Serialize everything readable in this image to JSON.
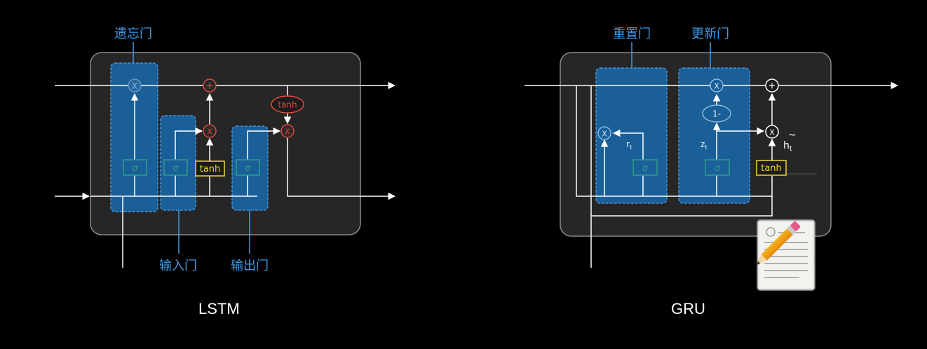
{
  "lstm": {
    "title": "LSTM",
    "gate_labels": {
      "forget": "遗忘门",
      "input": "输入门",
      "output": "输出门"
    },
    "sigma": "σ",
    "tanh_box": "tanh",
    "tanh_oval": "tanh",
    "mult": "X",
    "add": "+"
  },
  "gru": {
    "title": "GRU",
    "gate_labels": {
      "reset": "重置门",
      "update": "更新门"
    },
    "sigma": "σ",
    "tanh_box": "tanh",
    "one_minus": "1-",
    "r_main": "r",
    "r_sub": "t",
    "z_main": "z",
    "z_sub": "t",
    "h_main": "h",
    "h_sub": "t",
    "h_tilde": "~",
    "mult": "X",
    "add": "+"
  },
  "colors": {
    "background": "#000000",
    "panel": "#262626",
    "panel_border": "#8a8a8a",
    "gate_fill": "#1a5f98",
    "gate_border": "#4b8fd0",
    "label_blue": "#3d9be8",
    "sigma_green": "#2e9e86",
    "tanh_yellow": "#f2d43a",
    "op_red": "#e04a3c",
    "line": "#ffffff"
  },
  "decorations": {
    "notepad_icon": "notepad-pencil-icon"
  }
}
